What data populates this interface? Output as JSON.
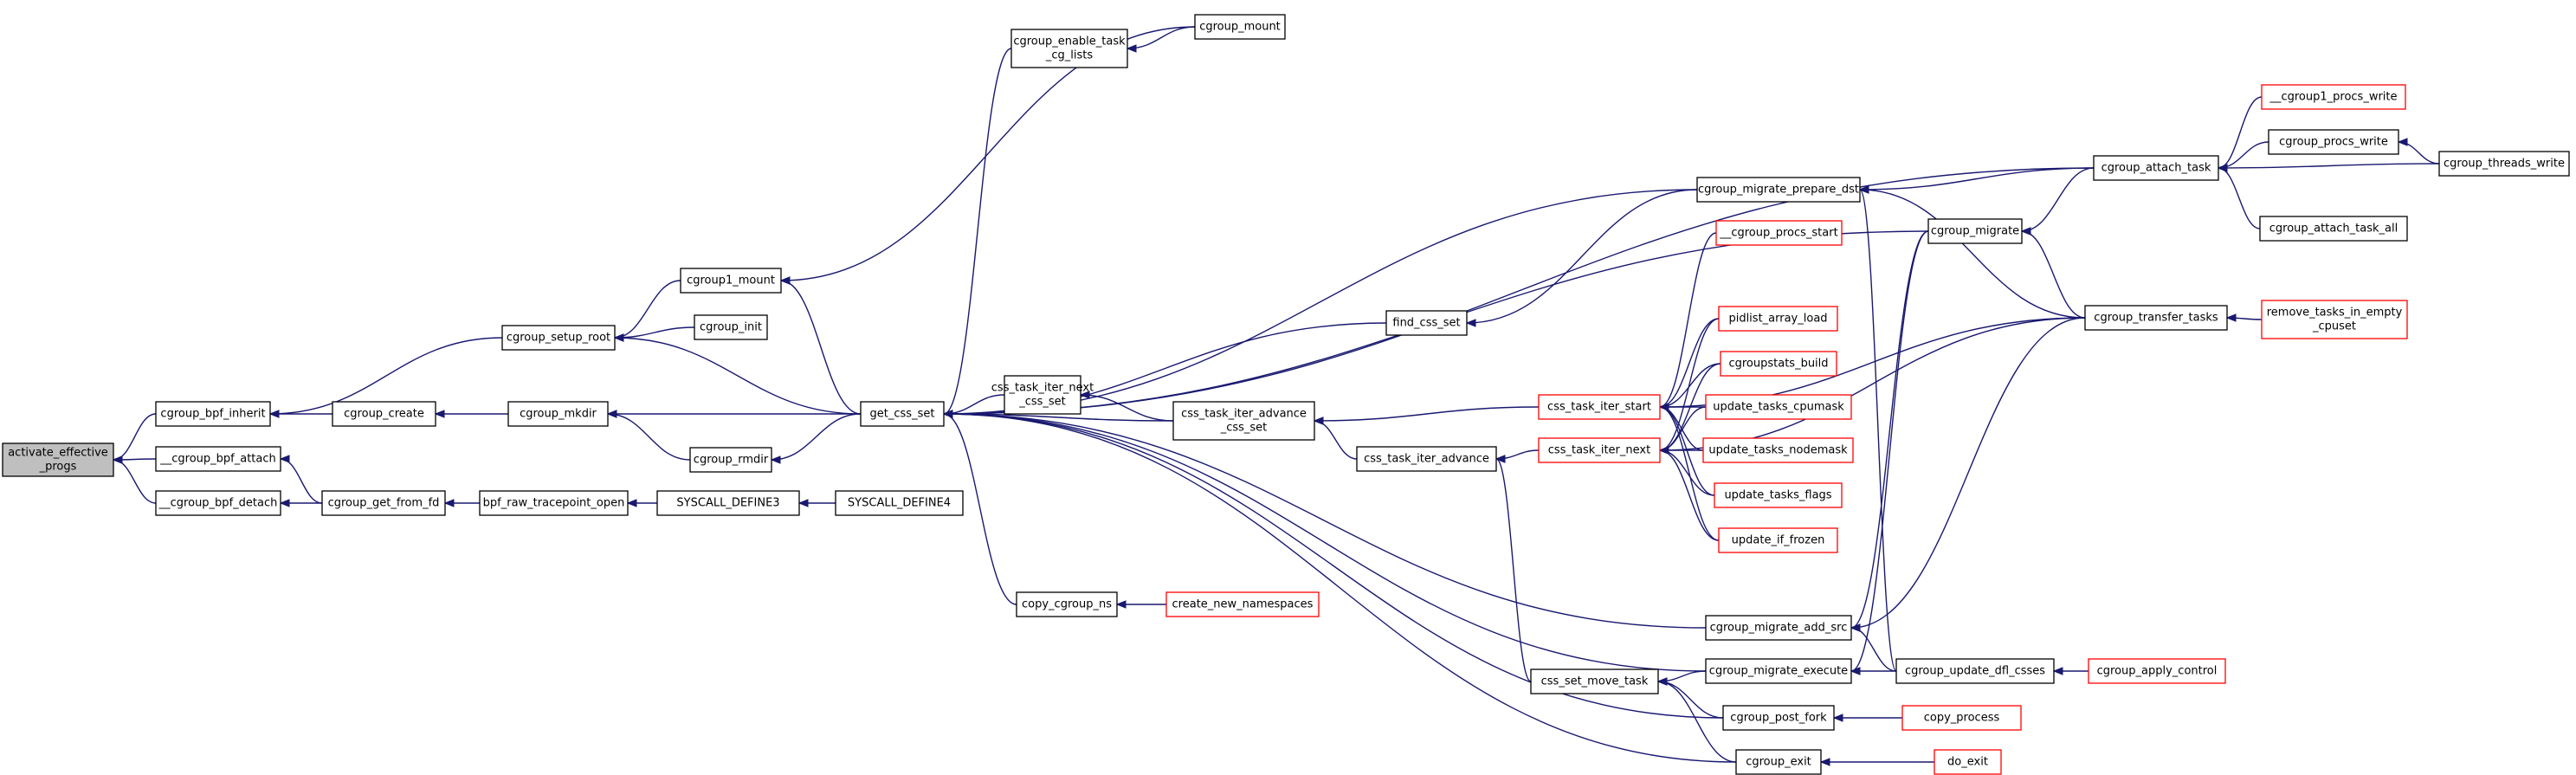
{
  "colors": {
    "edge": "#191970",
    "root_fill": "#bfbfbf",
    "red_border": "#ff0000",
    "black_border": "#000000"
  },
  "nodes": [
    {
      "id": "root",
      "lines": [
        "activate_effective",
        "_progs"
      ],
      "style": "root"
    },
    {
      "id": "bpf_inherit",
      "lines": [
        "cgroup_bpf_inherit"
      ],
      "style": "black"
    },
    {
      "id": "bpf_attach",
      "lines": [
        "__cgroup_bpf_attach"
      ],
      "style": "black"
    },
    {
      "id": "bpf_detach",
      "lines": [
        "__cgroup_bpf_detach"
      ],
      "style": "black"
    },
    {
      "id": "setup_root",
      "lines": [
        "cgroup_setup_root"
      ],
      "style": "black"
    },
    {
      "id": "create",
      "lines": [
        "cgroup_create"
      ],
      "style": "black"
    },
    {
      "id": "get_from_fd",
      "lines": [
        "cgroup_get_from_fd"
      ],
      "style": "black"
    },
    {
      "id": "cg1_mount",
      "lines": [
        "cgroup1_mount"
      ],
      "style": "black"
    },
    {
      "id": "cg_init",
      "lines": [
        "cgroup_init"
      ],
      "style": "black"
    },
    {
      "id": "mkdir",
      "lines": [
        "cgroup_mkdir"
      ],
      "style": "black"
    },
    {
      "id": "rmdir",
      "lines": [
        "cgroup_rmdir"
      ],
      "style": "black"
    },
    {
      "id": "raw_tp",
      "lines": [
        "bpf_raw_tracepoint_open"
      ],
      "style": "black"
    },
    {
      "id": "sys3",
      "lines": [
        "SYSCALL_DEFINE3"
      ],
      "style": "black"
    },
    {
      "id": "sys4",
      "lines": [
        "SYSCALL_DEFINE4"
      ],
      "style": "black"
    },
    {
      "id": "get_css_set",
      "lines": [
        "get_css_set"
      ],
      "style": "black"
    },
    {
      "id": "enable_task",
      "lines": [
        "cgroup_enable_task",
        "_cg_lists"
      ],
      "style": "black"
    },
    {
      "id": "cg_mount",
      "lines": [
        "cgroup_mount"
      ],
      "style": "black"
    },
    {
      "id": "css_next",
      "lines": [
        "css_task_iter_next",
        "_css_set"
      ],
      "style": "black"
    },
    {
      "id": "copy_ns",
      "lines": [
        "copy_cgroup_ns"
      ],
      "style": "black"
    },
    {
      "id": "create_ns",
      "lines": [
        "create_new_namespaces"
      ],
      "style": "red"
    },
    {
      "id": "css_adv_set",
      "lines": [
        "css_task_iter_advance",
        "_css_set"
      ],
      "style": "black"
    },
    {
      "id": "css_adv",
      "lines": [
        "css_task_iter_advance"
      ],
      "style": "black"
    },
    {
      "id": "find_css",
      "lines": [
        "find_css_set"
      ],
      "style": "black"
    },
    {
      "id": "css_move",
      "lines": [
        "css_set_move_task"
      ],
      "style": "black"
    },
    {
      "id": "iter_start",
      "lines": [
        "css_task_iter_start"
      ],
      "style": "red"
    },
    {
      "id": "iter_next",
      "lines": [
        "css_task_iter_next"
      ],
      "style": "red"
    },
    {
      "id": "prep_dst",
      "lines": [
        "cgroup_migrate_prepare_dst"
      ],
      "style": "black"
    },
    {
      "id": "procs_start",
      "lines": [
        "__cgroup_procs_start"
      ],
      "style": "red"
    },
    {
      "id": "pidlist",
      "lines": [
        "pidlist_array_load"
      ],
      "style": "red"
    },
    {
      "id": "cgstats",
      "lines": [
        "cgroupstats_build"
      ],
      "style": "red"
    },
    {
      "id": "upd_cpumask",
      "lines": [
        "update_tasks_cpumask"
      ],
      "style": "red"
    },
    {
      "id": "upd_nodemask",
      "lines": [
        "update_tasks_nodemask"
      ],
      "style": "red"
    },
    {
      "id": "upd_flags",
      "lines": [
        "update_tasks_flags"
      ],
      "style": "red"
    },
    {
      "id": "upd_frozen",
      "lines": [
        "update_if_frozen"
      ],
      "style": "red"
    },
    {
      "id": "add_src",
      "lines": [
        "cgroup_migrate_add_src"
      ],
      "style": "black"
    },
    {
      "id": "mig_exec",
      "lines": [
        "cgroup_migrate_execute"
      ],
      "style": "black"
    },
    {
      "id": "post_fork",
      "lines": [
        "cgroup_post_fork"
      ],
      "style": "black"
    },
    {
      "id": "cg_exit",
      "lines": [
        "cgroup_exit"
      ],
      "style": "black"
    },
    {
      "id": "migrate",
      "lines": [
        "cgroup_migrate"
      ],
      "style": "black"
    },
    {
      "id": "attach_task",
      "lines": [
        "cgroup_attach_task"
      ],
      "style": "black"
    },
    {
      "id": "transfer",
      "lines": [
        "cgroup_transfer_tasks"
      ],
      "style": "black"
    },
    {
      "id": "upd_dfl",
      "lines": [
        "cgroup_update_dfl_csses"
      ],
      "style": "black"
    },
    {
      "id": "copy_process",
      "lines": [
        "copy_process"
      ],
      "style": "red"
    },
    {
      "id": "do_exit",
      "lines": [
        "do_exit"
      ],
      "style": "red"
    },
    {
      "id": "cg1_procs_write",
      "lines": [
        "__cgroup1_procs_write"
      ],
      "style": "red"
    },
    {
      "id": "procs_write",
      "lines": [
        "cgroup_procs_write"
      ],
      "style": "black"
    },
    {
      "id": "threads_write",
      "lines": [
        "cgroup_threads_write"
      ],
      "style": "black"
    },
    {
      "id": "attach_all",
      "lines": [
        "cgroup_attach_task_all"
      ],
      "style": "black"
    },
    {
      "id": "remove_empty",
      "lines": [
        "remove_tasks_in_empty",
        "_cpuset"
      ],
      "style": "red"
    },
    {
      "id": "apply_control",
      "lines": [
        "cgroup_apply_control"
      ],
      "style": "red"
    }
  ],
  "edges": [
    {
      "from": "bpf_inherit",
      "to": "root"
    },
    {
      "from": "bpf_attach",
      "to": "root"
    },
    {
      "from": "bpf_detach",
      "to": "root"
    },
    {
      "from": "setup_root",
      "to": "bpf_inherit"
    },
    {
      "from": "create",
      "to": "bpf_inherit"
    },
    {
      "from": "get_from_fd",
      "to": "bpf_attach"
    },
    {
      "from": "get_from_fd",
      "to": "bpf_detach"
    },
    {
      "from": "cg1_mount",
      "to": "setup_root"
    },
    {
      "from": "cg_init",
      "to": "setup_root"
    },
    {
      "from": "mkdir",
      "to": "create"
    },
    {
      "from": "raw_tp",
      "to": "get_from_fd"
    },
    {
      "from": "sys3",
      "to": "raw_tp"
    },
    {
      "from": "sys4",
      "to": "sys3"
    },
    {
      "from": "rmdir",
      "to": "mkdir"
    },
    {
      "from": "get_css_set",
      "to": "setup_root"
    },
    {
      "from": "get_css_set",
      "to": "cg1_mount"
    },
    {
      "from": "get_css_set",
      "to": "mkdir"
    },
    {
      "from": "get_css_set",
      "to": "rmdir"
    },
    {
      "from": "cg_mount",
      "to": "cg1_mount"
    },
    {
      "from": "cg_mount",
      "to": "enable_task"
    },
    {
      "from": "enable_task",
      "to": "get_css_set"
    },
    {
      "from": "css_next",
      "to": "get_css_set"
    },
    {
      "from": "css_adv_set",
      "to": "get_css_set"
    },
    {
      "from": "css_adv_set",
      "to": "css_next"
    },
    {
      "from": "find_css",
      "to": "get_css_set"
    },
    {
      "from": "copy_ns",
      "to": "get_css_set"
    },
    {
      "from": "create_ns",
      "to": "copy_ns"
    },
    {
      "from": "css_adv",
      "to": "css_adv_set"
    },
    {
      "from": "iter_start",
      "to": "css_adv_set"
    },
    {
      "from": "iter_next",
      "to": "css_adv"
    },
    {
      "from": "css_move",
      "to": "css_adv"
    },
    {
      "from": "prep_dst",
      "to": "find_css"
    },
    {
      "from": "prep_dst",
      "to": "get_css_set"
    },
    {
      "from": "attach_task",
      "to": "get_css_set"
    },
    {
      "from": "migrate",
      "to": "get_css_set"
    },
    {
      "from": "add_src",
      "to": "get_css_set"
    },
    {
      "from": "mig_exec",
      "to": "get_css_set"
    },
    {
      "from": "post_fork",
      "to": "get_css_set"
    },
    {
      "from": "cg_exit",
      "to": "get_css_set"
    },
    {
      "from": "procs_start",
      "to": "iter_start"
    },
    {
      "from": "pidlist",
      "to": "iter_start"
    },
    {
      "from": "cgstats",
      "to": "iter_start"
    },
    {
      "from": "upd_cpumask",
      "to": "iter_start"
    },
    {
      "from": "upd_nodemask",
      "to": "iter_start"
    },
    {
      "from": "upd_flags",
      "to": "iter_start"
    },
    {
      "from": "upd_frozen",
      "to": "iter_start"
    },
    {
      "from": "transfer",
      "to": "iter_start"
    },
    {
      "from": "pidlist",
      "to": "iter_next"
    },
    {
      "from": "cgstats",
      "to": "iter_next"
    },
    {
      "from": "upd_cpumask",
      "to": "iter_next"
    },
    {
      "from": "upd_nodemask",
      "to": "iter_next"
    },
    {
      "from": "upd_flags",
      "to": "iter_next"
    },
    {
      "from": "upd_frozen",
      "to": "iter_next"
    },
    {
      "from": "transfer",
      "to": "iter_next"
    },
    {
      "from": "mig_exec",
      "to": "css_move"
    },
    {
      "from": "post_fork",
      "to": "css_move"
    },
    {
      "from": "cg_exit",
      "to": "css_move"
    },
    {
      "from": "attach_task",
      "to": "prep_dst"
    },
    {
      "from": "transfer",
      "to": "prep_dst"
    },
    {
      "from": "upd_dfl",
      "to": "prep_dst"
    },
    {
      "from": "migrate",
      "to": "add_src"
    },
    {
      "from": "transfer",
      "to": "add_src"
    },
    {
      "from": "upd_dfl",
      "to": "add_src"
    },
    {
      "from": "migrate",
      "to": "mig_exec"
    },
    {
      "from": "upd_dfl",
      "to": "mig_exec"
    },
    {
      "from": "copy_process",
      "to": "post_fork"
    },
    {
      "from": "do_exit",
      "to": "cg_exit"
    },
    {
      "from": "attach_task",
      "to": "migrate"
    },
    {
      "from": "transfer",
      "to": "migrate"
    },
    {
      "from": "cg1_procs_write",
      "to": "attach_task"
    },
    {
      "from": "procs_write",
      "to": "attach_task"
    },
    {
      "from": "threads_write",
      "to": "attach_task"
    },
    {
      "from": "attach_all",
      "to": "attach_task"
    },
    {
      "from": "threads_write",
      "to": "procs_write"
    },
    {
      "from": "remove_empty",
      "to": "transfer"
    },
    {
      "from": "apply_control",
      "to": "upd_dfl"
    }
  ]
}
